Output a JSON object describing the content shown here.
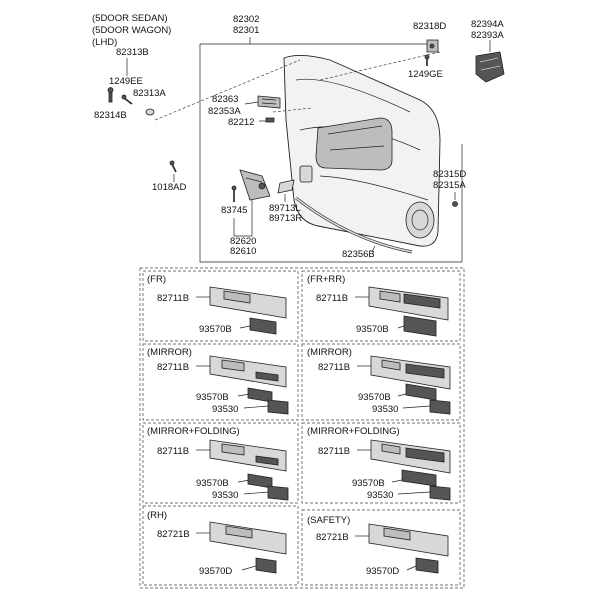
{
  "header": {
    "variants": [
      "(5DOOR SEDAN)",
      "(5DOOR WAGON)",
      "(LHD)"
    ]
  },
  "top_labels": {
    "panel_a": "82302",
    "panel_b": "82301",
    "p82318d": "82318D",
    "p82394a": "82394A",
    "p82393a": "82393A",
    "p82313b": "82313B",
    "p1249ee": "1249EE",
    "p82313a": "82313A",
    "p82314b": "82314B",
    "p1249ge": "1249GE",
    "p82363": "82363",
    "p82353a": "82353A",
    "p82212": "82212",
    "p1018ad": "1018AD",
    "p82315d": "82315D",
    "p82315a": "82315A",
    "p83745": "83745",
    "p89713l": "89713L",
    "p89713r": "89713R",
    "p82620": "82620",
    "p82610": "82610",
    "p82356b": "82356B"
  },
  "boxes": [
    {
      "title": "(FR)",
      "switch": "82711B",
      "btn": "93570B",
      "extra": ""
    },
    {
      "title": "(FR+RR)",
      "switch": "82711B",
      "btn": "93570B",
      "extra": ""
    },
    {
      "title": "(MIRROR)",
      "switch": "82711B",
      "btn": "93570B",
      "extra": "93530"
    },
    {
      "title": "(MIRROR)",
      "switch": "82711B",
      "btn": "93570B",
      "extra": "93530"
    },
    {
      "title": "(MIRROR+FOLDING)",
      "switch": "82711B",
      "btn": "93570B",
      "extra": "93530"
    },
    {
      "title": "(MIRROR+FOLDING)",
      "switch": "82711B",
      "btn": "93570B",
      "extra": "93530"
    },
    {
      "title": "(RH)",
      "switch": "82721B",
      "btn": "93570D",
      "extra": ""
    },
    {
      "title": "(SAFETY)",
      "switch": "82721B",
      "btn": "93570D",
      "extra": ""
    }
  ]
}
